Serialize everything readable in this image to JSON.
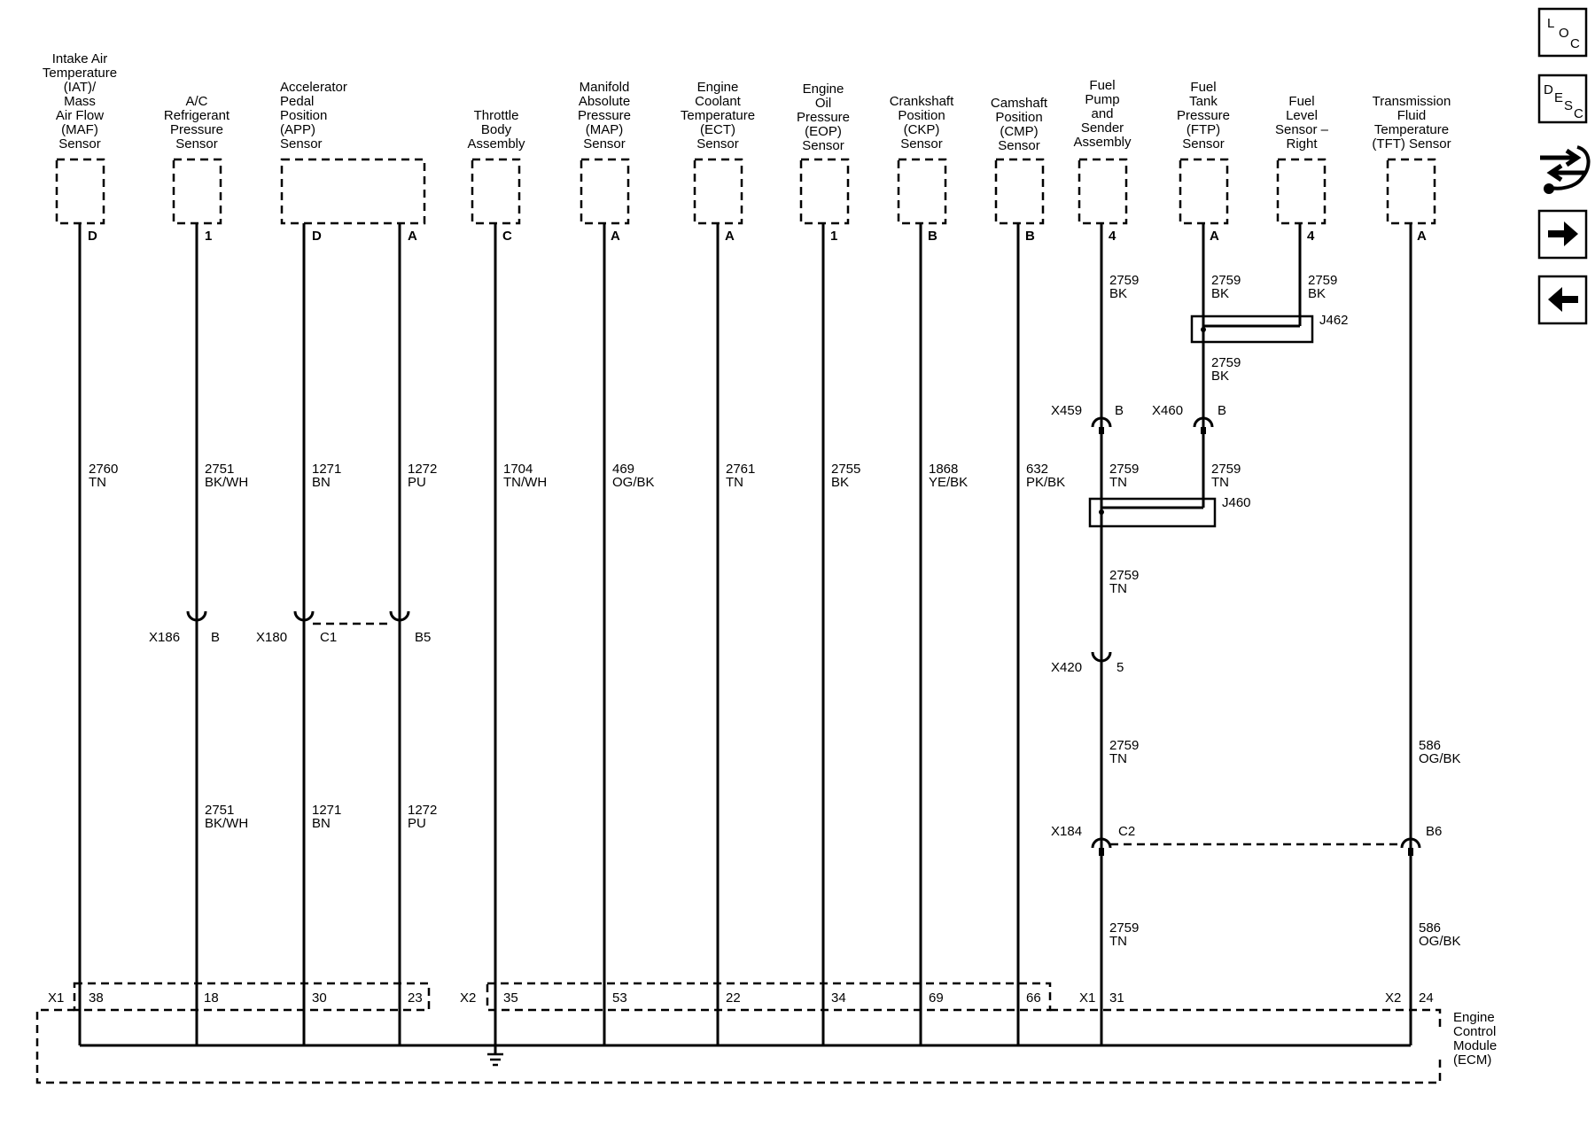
{
  "components": [
    {
      "id": "iat-maf",
      "lines": [
        "Intake Air",
        "Temperature",
        "(IAT)/",
        "Mass",
        "Air Flow",
        "(MAF)",
        "Sensor"
      ],
      "pins": [
        "D"
      ]
    },
    {
      "id": "ac-refrig",
      "lines": [
        "A/C",
        "Refrigerant",
        "Pressure",
        "Sensor"
      ],
      "pins": [
        "1"
      ]
    },
    {
      "id": "app",
      "lines": [
        "Accelerator",
        "Pedal",
        "Position",
        "(APP)",
        "Sensor"
      ],
      "pins": [
        "D",
        "A"
      ]
    },
    {
      "id": "throttle",
      "lines": [
        "Throttle",
        "Body",
        "Assembly"
      ],
      "pins": [
        "C"
      ]
    },
    {
      "id": "map",
      "lines": [
        "Manifold",
        "Absolute",
        "Pressure",
        "(MAP)",
        "Sensor"
      ],
      "pins": [
        "A"
      ]
    },
    {
      "id": "ect",
      "lines": [
        "Engine",
        "Coolant",
        "Temperature",
        "(ECT)",
        "Sensor"
      ],
      "pins": [
        "A"
      ]
    },
    {
      "id": "eop",
      "lines": [
        "Engine",
        "Oil",
        "Pressure",
        "(EOP)",
        "Sensor"
      ],
      "pins": [
        "1"
      ]
    },
    {
      "id": "ckp",
      "lines": [
        "Crankshaft",
        "Position",
        "(CKP)",
        "Sensor"
      ],
      "pins": [
        "B"
      ]
    },
    {
      "id": "cmp",
      "lines": [
        "Camshaft",
        "Position",
        "(CMP)",
        "Sensor"
      ],
      "pins": [
        "B"
      ]
    },
    {
      "id": "fuel-pump",
      "lines": [
        "Fuel",
        "Pump",
        "and",
        "Sender",
        "Assembly"
      ],
      "pins": [
        "4"
      ]
    },
    {
      "id": "ftp",
      "lines": [
        "Fuel",
        "Tank",
        "Pressure",
        "(FTP)",
        "Sensor"
      ],
      "pins": [
        "A"
      ]
    },
    {
      "id": "fuel-level-right",
      "lines": [
        "Fuel",
        "Level",
        "Sensor –",
        "Right"
      ],
      "pins": [
        "4"
      ]
    },
    {
      "id": "tft",
      "lines": [
        "Transmission",
        "Fluid",
        "Temperature",
        "(TFT) Sensor"
      ],
      "pins": [
        "A"
      ]
    }
  ],
  "wire_labels": [
    {
      "circuit": "2760",
      "color": "TN"
    },
    {
      "circuit": "2751",
      "color": "BK/WH"
    },
    {
      "circuit": "1271",
      "color": "BN"
    },
    {
      "circuit": "1272",
      "color": "PU"
    },
    {
      "circuit": "1704",
      "color": "TN/WH"
    },
    {
      "circuit": "469",
      "color": "OG/BK"
    },
    {
      "circuit": "2761",
      "color": "TN"
    },
    {
      "circuit": "2755",
      "color": "BK"
    },
    {
      "circuit": "1868",
      "color": "YE/BK"
    },
    {
      "circuit": "632",
      "color": "PK/BK"
    },
    {
      "circuit": "2751",
      "color": "BK/WH"
    },
    {
      "circuit": "1271",
      "color": "BN"
    },
    {
      "circuit": "1272",
      "color": "PU"
    },
    {
      "circuit": "2759",
      "color": "BK"
    },
    {
      "circuit": "2759",
      "color": "BK"
    },
    {
      "circuit": "2759",
      "color": "BK"
    },
    {
      "circuit": "2759",
      "color": "BK"
    },
    {
      "circuit": "2759",
      "color": "TN"
    },
    {
      "circuit": "2759",
      "color": "TN"
    },
    {
      "circuit": "2759",
      "color": "TN"
    },
    {
      "circuit": "2759",
      "color": "TN"
    },
    {
      "circuit": "2759",
      "color": "TN"
    },
    {
      "circuit": "586",
      "color": "OG/BK"
    },
    {
      "circuit": "586",
      "color": "OG/BK"
    }
  ],
  "inline_connectors": [
    {
      "name": "X186",
      "pin": "B"
    },
    {
      "name": "X180",
      "pins": [
        "C1",
        "B5"
      ]
    },
    {
      "name": "X459",
      "pin": "B"
    },
    {
      "name": "X460",
      "pin": "B"
    },
    {
      "name": "X420",
      "pin": "5"
    },
    {
      "name": "X184",
      "pins": [
        "C2",
        "B6"
      ]
    }
  ],
  "splices": [
    "J462",
    "J460"
  ],
  "ecm": {
    "lines": [
      "Engine",
      "Control",
      "Module",
      "(ECM)"
    ],
    "connectors": [
      "X1",
      "X2",
      "X1",
      "X2"
    ],
    "pins": [
      "38",
      "18",
      "30",
      "23",
      "35",
      "53",
      "22",
      "34",
      "69",
      "66",
      "31",
      "24"
    ]
  },
  "nav": {
    "loc": [
      "L",
      "O",
      "C"
    ],
    "desc": [
      "D",
      "E",
      "S",
      "C"
    ],
    "buttons": [
      "loc-button",
      "desc-button",
      "connector-end-view-button",
      "next-page-button",
      "previous-page-button"
    ]
  }
}
